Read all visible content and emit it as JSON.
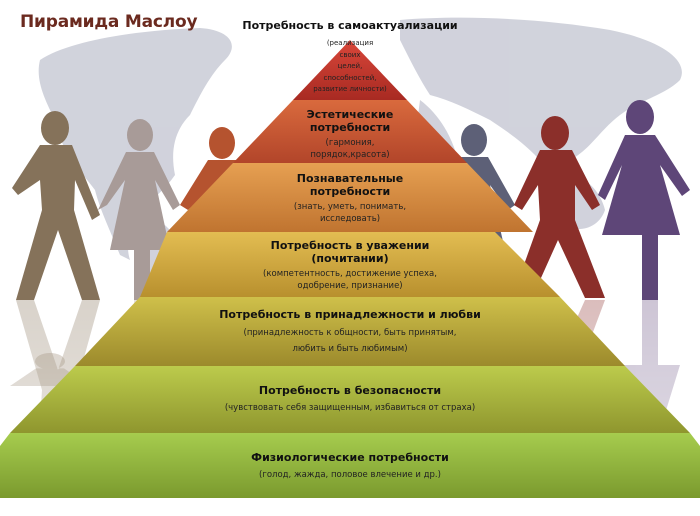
{
  "title": "Пирамида Маслоу",
  "pyramid": {
    "levels": [
      {
        "name": "Потребность в самоактуализации",
        "detail_lines": [
          "(реализация",
          "своих",
          "целей,",
          "способностей,",
          "развитие  личности)"
        ],
        "color": "#c0392b"
      },
      {
        "name_lines": [
          "Эстетические",
          "потребности"
        ],
        "detail_lines": [
          "(гармония,",
          "порядок,красота)"
        ],
        "color": "#c8532a"
      },
      {
        "name_lines": [
          "Познавательные",
          "потребности"
        ],
        "detail_lines": [
          "(знать, уметь, понимать,",
          "исследовать)"
        ],
        "color": "#d98a3a"
      },
      {
        "name_lines": [
          "Потребность в уважении",
          "(почитании)"
        ],
        "detail_lines": [
          "(компетентность, достижение успеха,",
          "одобрение, признание)"
        ],
        "color": "#d9aa40"
      },
      {
        "name_lines": [
          "Потребность в принадлежности и любви"
        ],
        "detail_lines": [
          "(принадлежность к общности, быть принятым,",
          "любить и быть любимым)"
        ],
        "color": "#bfae35"
      },
      {
        "name_lines": [
          "Потребность в безопасности"
        ],
        "detail_lines": [
          "(чувствовать себя защищенным, избавиться от страха)"
        ],
        "color": "#a9b53a"
      },
      {
        "name_lines": [
          "Физиологические потребности"
        ],
        "detail_lines": [
          "(голод, жажда, половое влечение и др.)"
        ],
        "color": "#8fb23c"
      }
    ]
  },
  "figures": [
    {
      "kind": "man",
      "color": "#85725a"
    },
    {
      "kind": "woman",
      "color": "#a89b98"
    },
    {
      "kind": "man",
      "color": "#b5532f"
    },
    {
      "kind": "woman",
      "color": "#5d6077"
    },
    {
      "kind": "man",
      "color": "#8b2f2a"
    },
    {
      "kind": "woman",
      "color": "#5e4678"
    }
  ]
}
